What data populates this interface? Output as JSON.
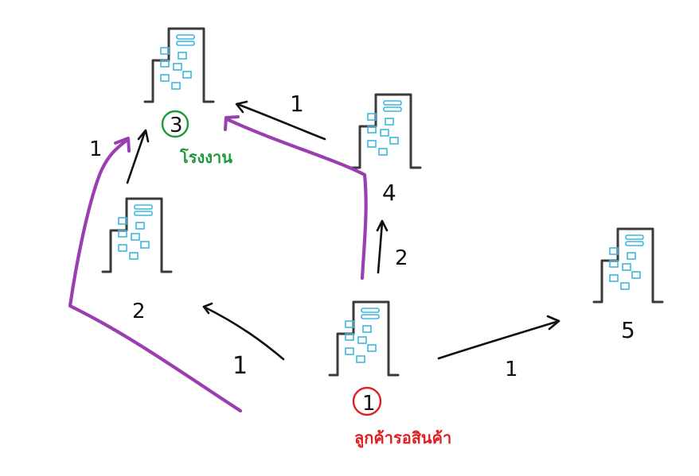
{
  "nodes": [
    {
      "id": "1",
      "label": "1",
      "circle_color": "#e02020",
      "caption": "ลูกค้ารอสินค้า",
      "caption_color": "#e02020"
    },
    {
      "id": "2",
      "label": "2"
    },
    {
      "id": "3",
      "label": "3",
      "circle_color": "#1a9a3a",
      "caption": "โรงงาน",
      "caption_color": "#1a9a3a"
    },
    {
      "id": "4",
      "label": "4"
    },
    {
      "id": "5",
      "label": "5"
    }
  ],
  "edges": [
    {
      "from": "1",
      "to": "2",
      "weight": "1"
    },
    {
      "from": "1",
      "to": "4",
      "weight": "2"
    },
    {
      "from": "1",
      "to": "5",
      "weight": "1"
    },
    {
      "from": "2",
      "to": "3",
      "weight": "1"
    },
    {
      "from": "4",
      "to": "3",
      "weight": "1"
    }
  ],
  "colors": {
    "path_highlight": "#9b3fb0",
    "window": "#3cb7e0",
    "building": "#3a3a3a"
  }
}
